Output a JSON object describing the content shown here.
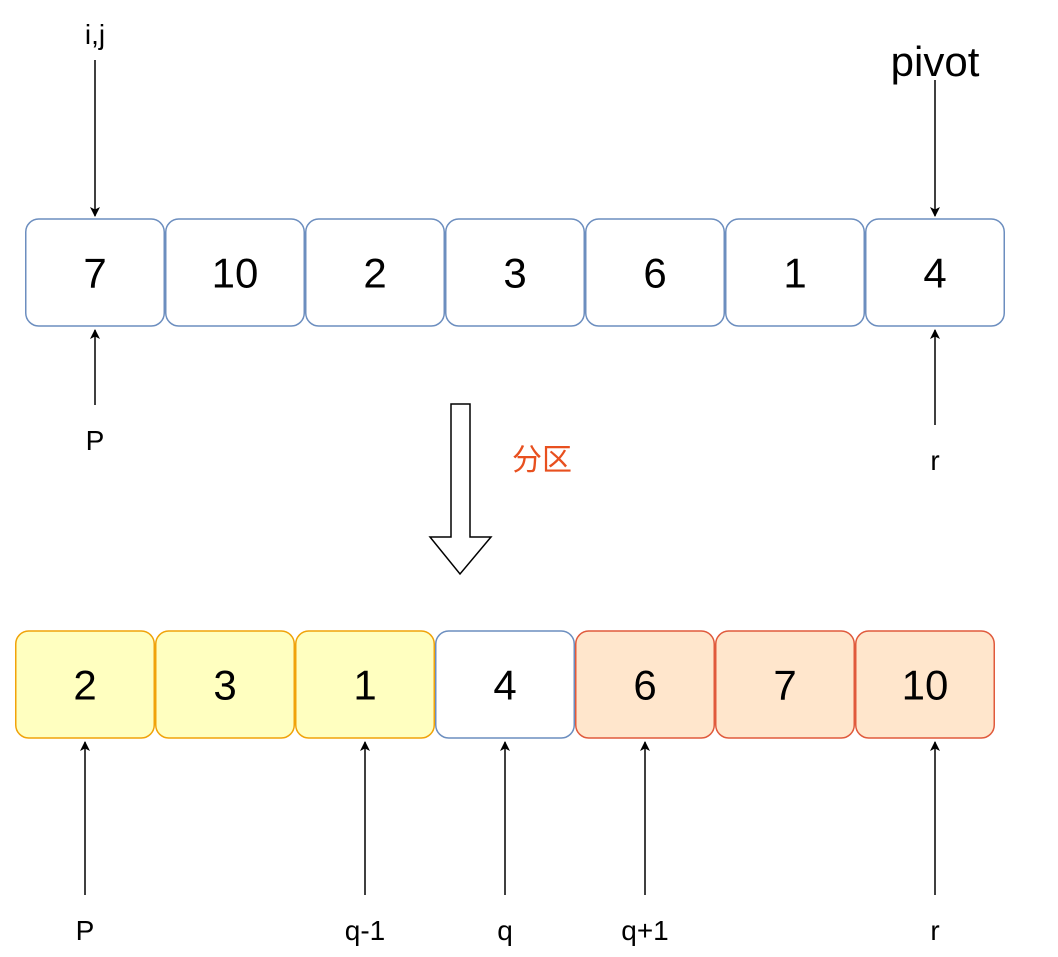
{
  "top_row": {
    "cells": [
      {
        "value": "7",
        "style": "plain"
      },
      {
        "value": "10",
        "style": "plain"
      },
      {
        "value": "2",
        "style": "plain"
      },
      {
        "value": "3",
        "style": "plain"
      },
      {
        "value": "6",
        "style": "plain"
      },
      {
        "value": "1",
        "style": "plain"
      },
      {
        "value": "4",
        "style": "plain"
      }
    ],
    "labels": {
      "ij": "i,j",
      "pivot": "pivot",
      "p": "P",
      "r": "r"
    }
  },
  "transform": {
    "label": "分区",
    "label_color": "#e8501f"
  },
  "bottom_row": {
    "cells": [
      {
        "value": "2",
        "style": "yellow"
      },
      {
        "value": "3",
        "style": "yellow"
      },
      {
        "value": "1",
        "style": "yellow"
      },
      {
        "value": "4",
        "style": "plain"
      },
      {
        "value": "6",
        "style": "orange"
      },
      {
        "value": "7",
        "style": "orange"
      },
      {
        "value": "10",
        "style": "orange"
      }
    ],
    "labels": {
      "p": "P",
      "q_minus_1": "q-1",
      "q": "q",
      "q_plus_1": "q+1",
      "r": "r"
    }
  },
  "colors": {
    "plain_fill": "#ffffff",
    "plain_stroke": "#6c8ebf",
    "yellow_fill": "#ffffc0",
    "yellow_stroke": "#f0a30a",
    "orange_fill": "#ffe6cc",
    "orange_stroke": "#e05a3c",
    "text": "#000000"
  }
}
